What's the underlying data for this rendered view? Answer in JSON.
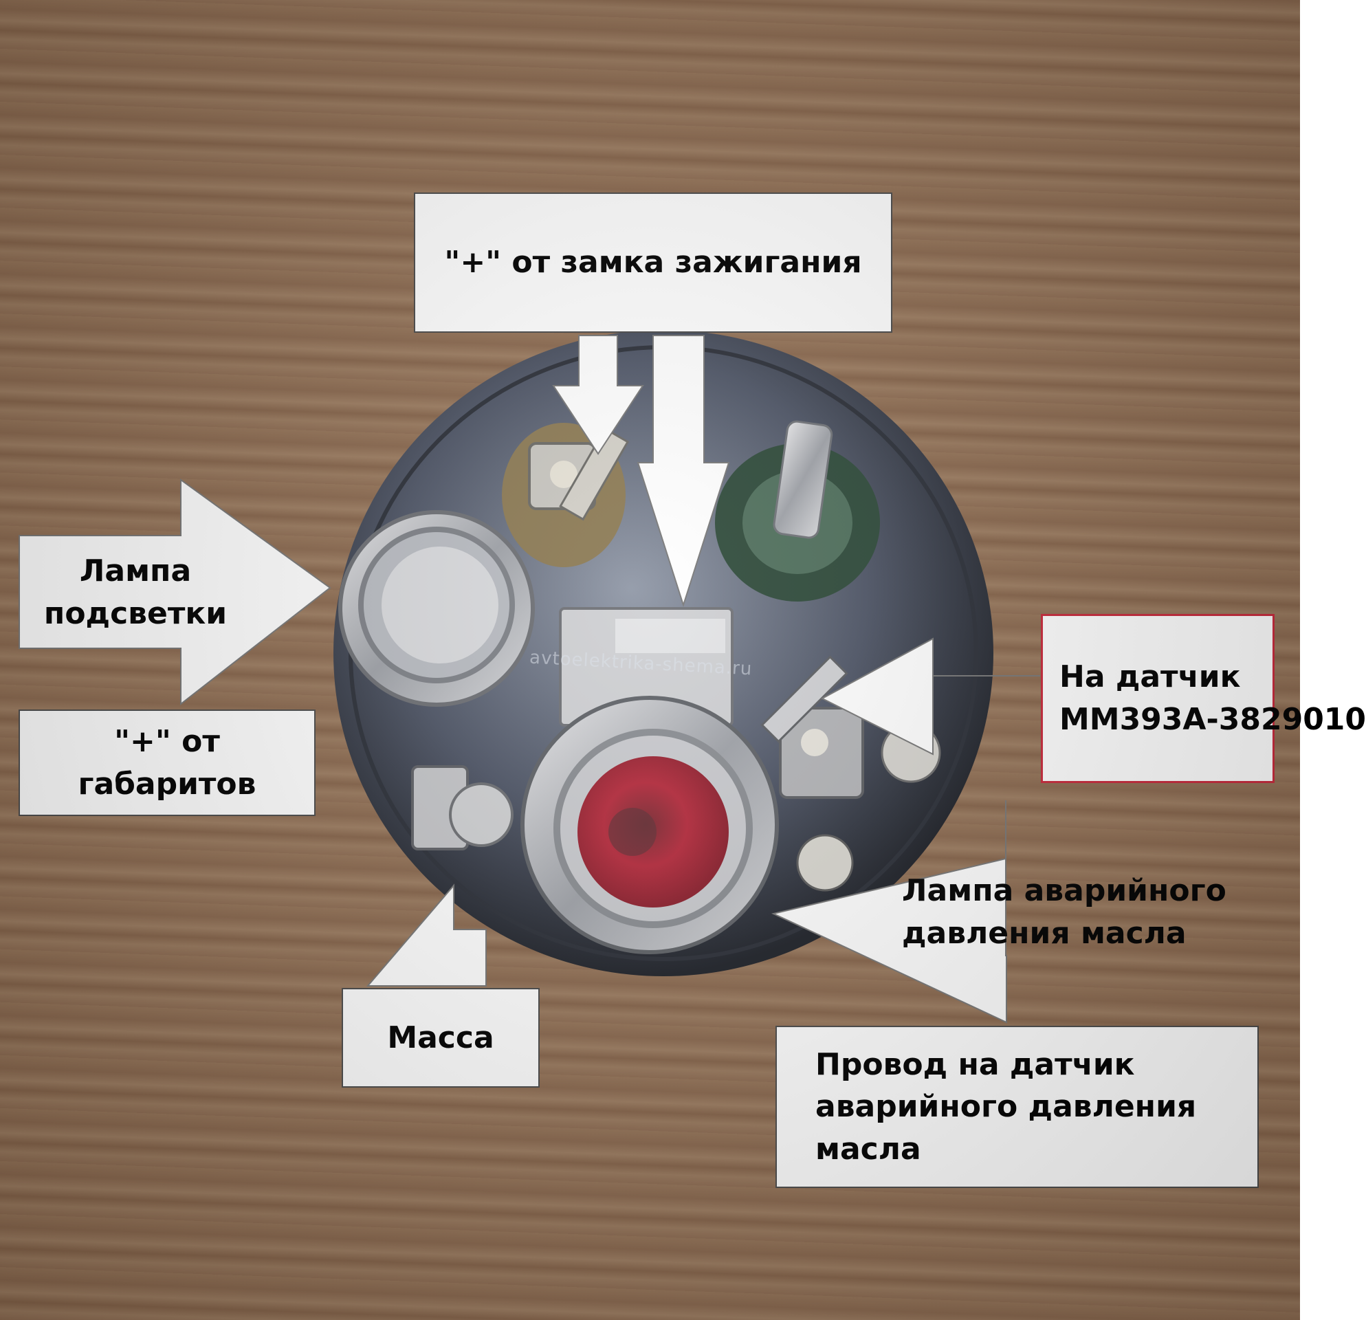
{
  "photo": {
    "subject": "back of a round instrument gauge with terminals",
    "background": "wooden table",
    "watermark": "avtoelektrika-shema.ru",
    "colors": {
      "label_bg": "#ffffff",
      "label_border": "#4a4a4a",
      "highlight_border": "#c8283a",
      "arrow": "#ffffff"
    }
  },
  "labels": {
    "ignition": "\"+\" от замка зажигания",
    "backlight_lamp": "Лампа подсветки",
    "side_lights": "\"+\" от габаритов",
    "sensor": "На датчик ММ393А-3829010",
    "oil_lamp": "Лампа аварийного давления масла",
    "ground": "Масса",
    "oil_wire": "Провод на датчик аварийного давления масла"
  }
}
